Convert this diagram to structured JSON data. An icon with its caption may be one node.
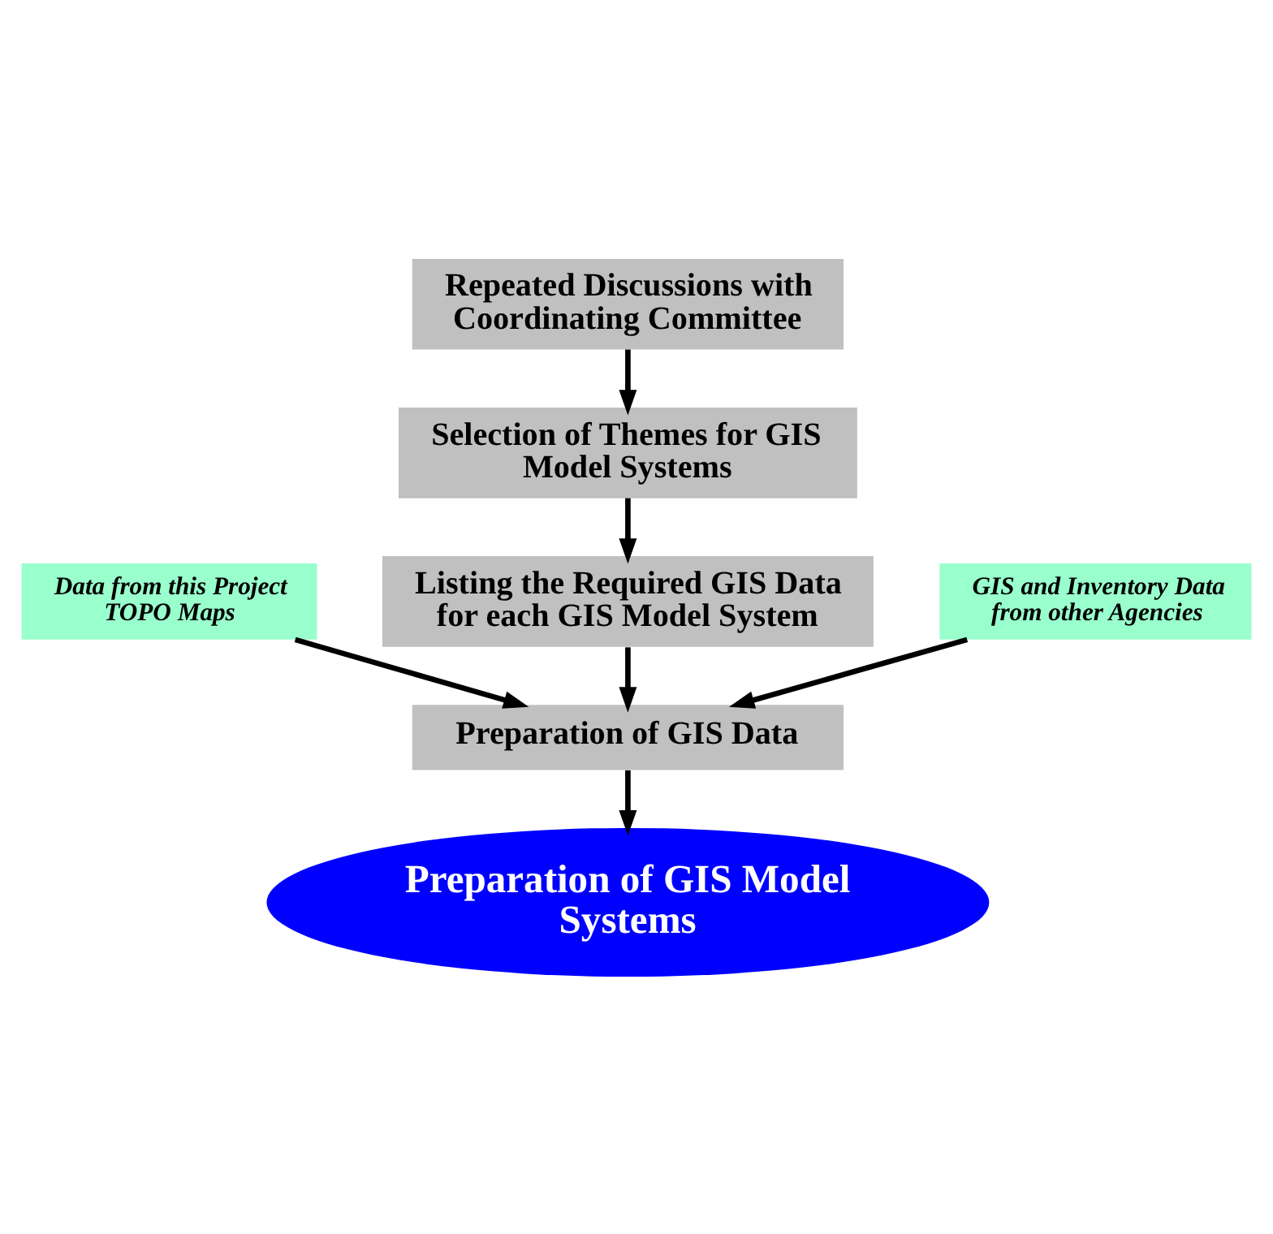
{
  "diagram": {
    "nodes": [
      {
        "text": [
          "Repeated Discussions with Coordinating Committee"
        ]
      },
      {
        "text": [
          "Selection of Themes for GIS Model Systems"
        ]
      },
      {
        "text": [
          "Listing the Required GIS Data for each GIS Model System"
        ]
      },
      {
        "text": [
          "Preparation of GIS Data"
        ]
      },
      {
        "text": [
          "Preparation of GIS Model Systems"
        ]
      },
      {
        "text": [
          "Data from this Project",
          "TOPO Maps"
        ]
      },
      {
        "text": [
          "GIS and Inventory Data from other Agencies"
        ]
      }
    ],
    "edges": [
      {
        "from": 0,
        "to": 1,
        "arrow": "to"
      },
      {
        "from": 1,
        "to": 2,
        "arrow": "to"
      },
      {
        "from": 2,
        "to": 3,
        "arrow": "to"
      },
      {
        "from": 3,
        "to": 4,
        "arrow": "to"
      },
      {
        "from": 5,
        "to": 3,
        "arrow": "to"
      },
      {
        "from": 6,
        "to": 3,
        "arrow": "to"
      }
    ]
  }
}
